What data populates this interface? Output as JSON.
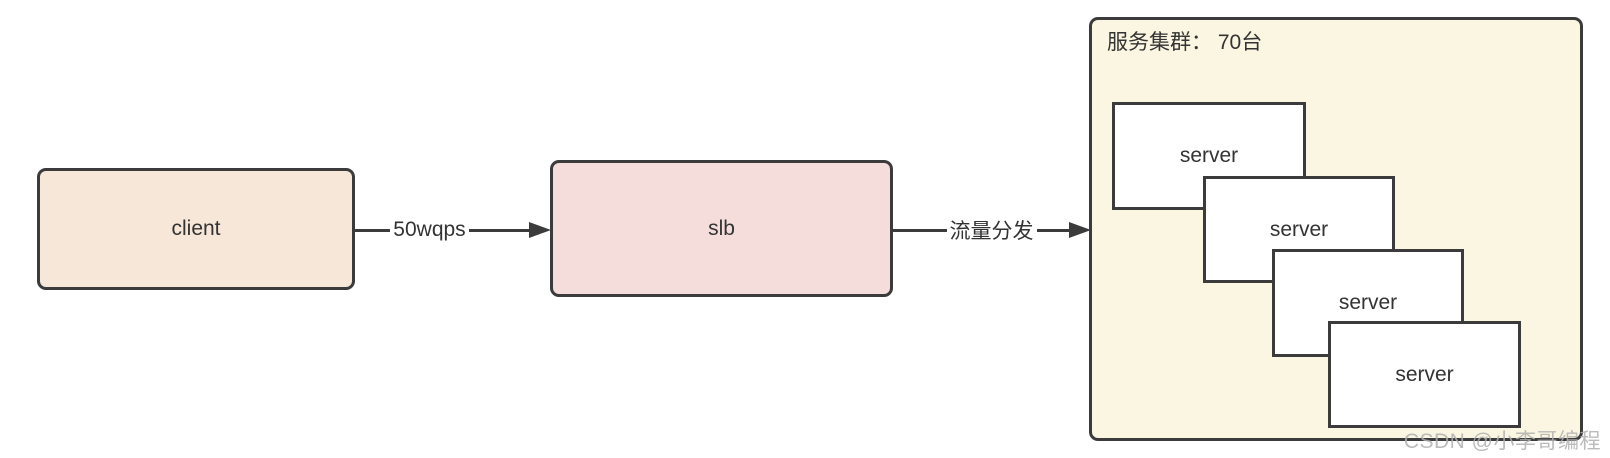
{
  "diagram": {
    "client": {
      "label": "client"
    },
    "slb": {
      "label": "slb"
    },
    "cluster": {
      "title": "服务集群： 70台",
      "servers": [
        {
          "label": "server"
        },
        {
          "label": "server"
        },
        {
          "label": "server"
        },
        {
          "label": "server"
        }
      ]
    },
    "edges": [
      {
        "from": "client",
        "to": "slb",
        "label": "50wqps"
      },
      {
        "from": "slb",
        "to": "cluster",
        "label": "流量分发"
      }
    ],
    "watermark": "CSDN @小李哥编程",
    "colors": {
      "client_fill": "#f6e7d8",
      "slb_fill": "#f5dddb",
      "cluster_fill": "#fbf6e2",
      "server_fill": "#ffffff",
      "stroke": "#3b3b3b",
      "text": "#333333",
      "watermark": "#afafaf"
    }
  }
}
